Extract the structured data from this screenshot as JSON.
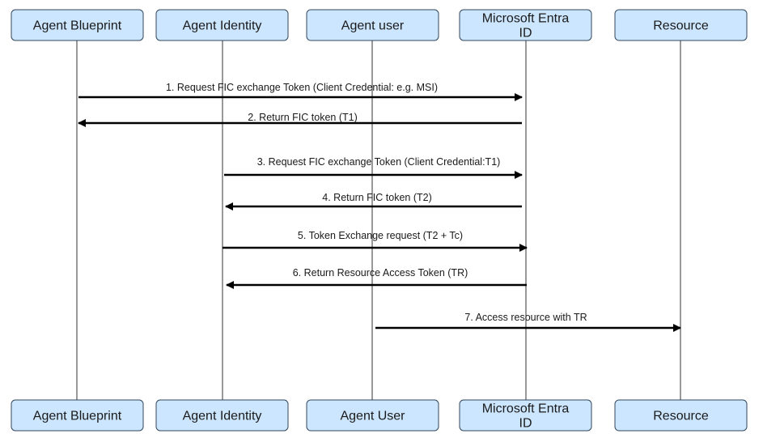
{
  "participants_top": [
    {
      "label_lines": [
        "Agent Blueprint"
      ]
    },
    {
      "label_lines": [
        "Agent Identity"
      ]
    },
    {
      "label_lines": [
        "Agent user"
      ]
    },
    {
      "label_lines": [
        "Microsoft Entra",
        "ID"
      ]
    },
    {
      "label_lines": [
        "Resource"
      ]
    }
  ],
  "participants_bottom": [
    {
      "label_lines": [
        "Agent Blueprint"
      ]
    },
    {
      "label_lines": [
        "Agent Identity"
      ]
    },
    {
      "label_lines": [
        "Agent User"
      ]
    },
    {
      "label_lines": [
        "Microsoft Entra",
        "ID"
      ]
    },
    {
      "label_lines": [
        "Resource"
      ]
    }
  ],
  "messages": [
    {
      "from": 0,
      "to": 3,
      "label": "1. Request FIC exchange Token (Client Credential: e.g. MSI)"
    },
    {
      "from": 3,
      "to": 0,
      "label": "2. Return FIC token (T1)"
    },
    {
      "from": 1,
      "to": 3,
      "label": "3. Request FIC exchange Token (Client Credential:T1)"
    },
    {
      "from": 3,
      "to": 1,
      "label": "4. Return FIC token (T2)"
    },
    {
      "from": 1,
      "to": 3,
      "label": "5. Token Exchange request (T2 + Tc)"
    },
    {
      "from": 3,
      "to": 1,
      "label": "6. Return Resource Access Token (TR)"
    },
    {
      "from": 2,
      "to": 4,
      "label": "7. Access resource with TR"
    }
  ]
}
